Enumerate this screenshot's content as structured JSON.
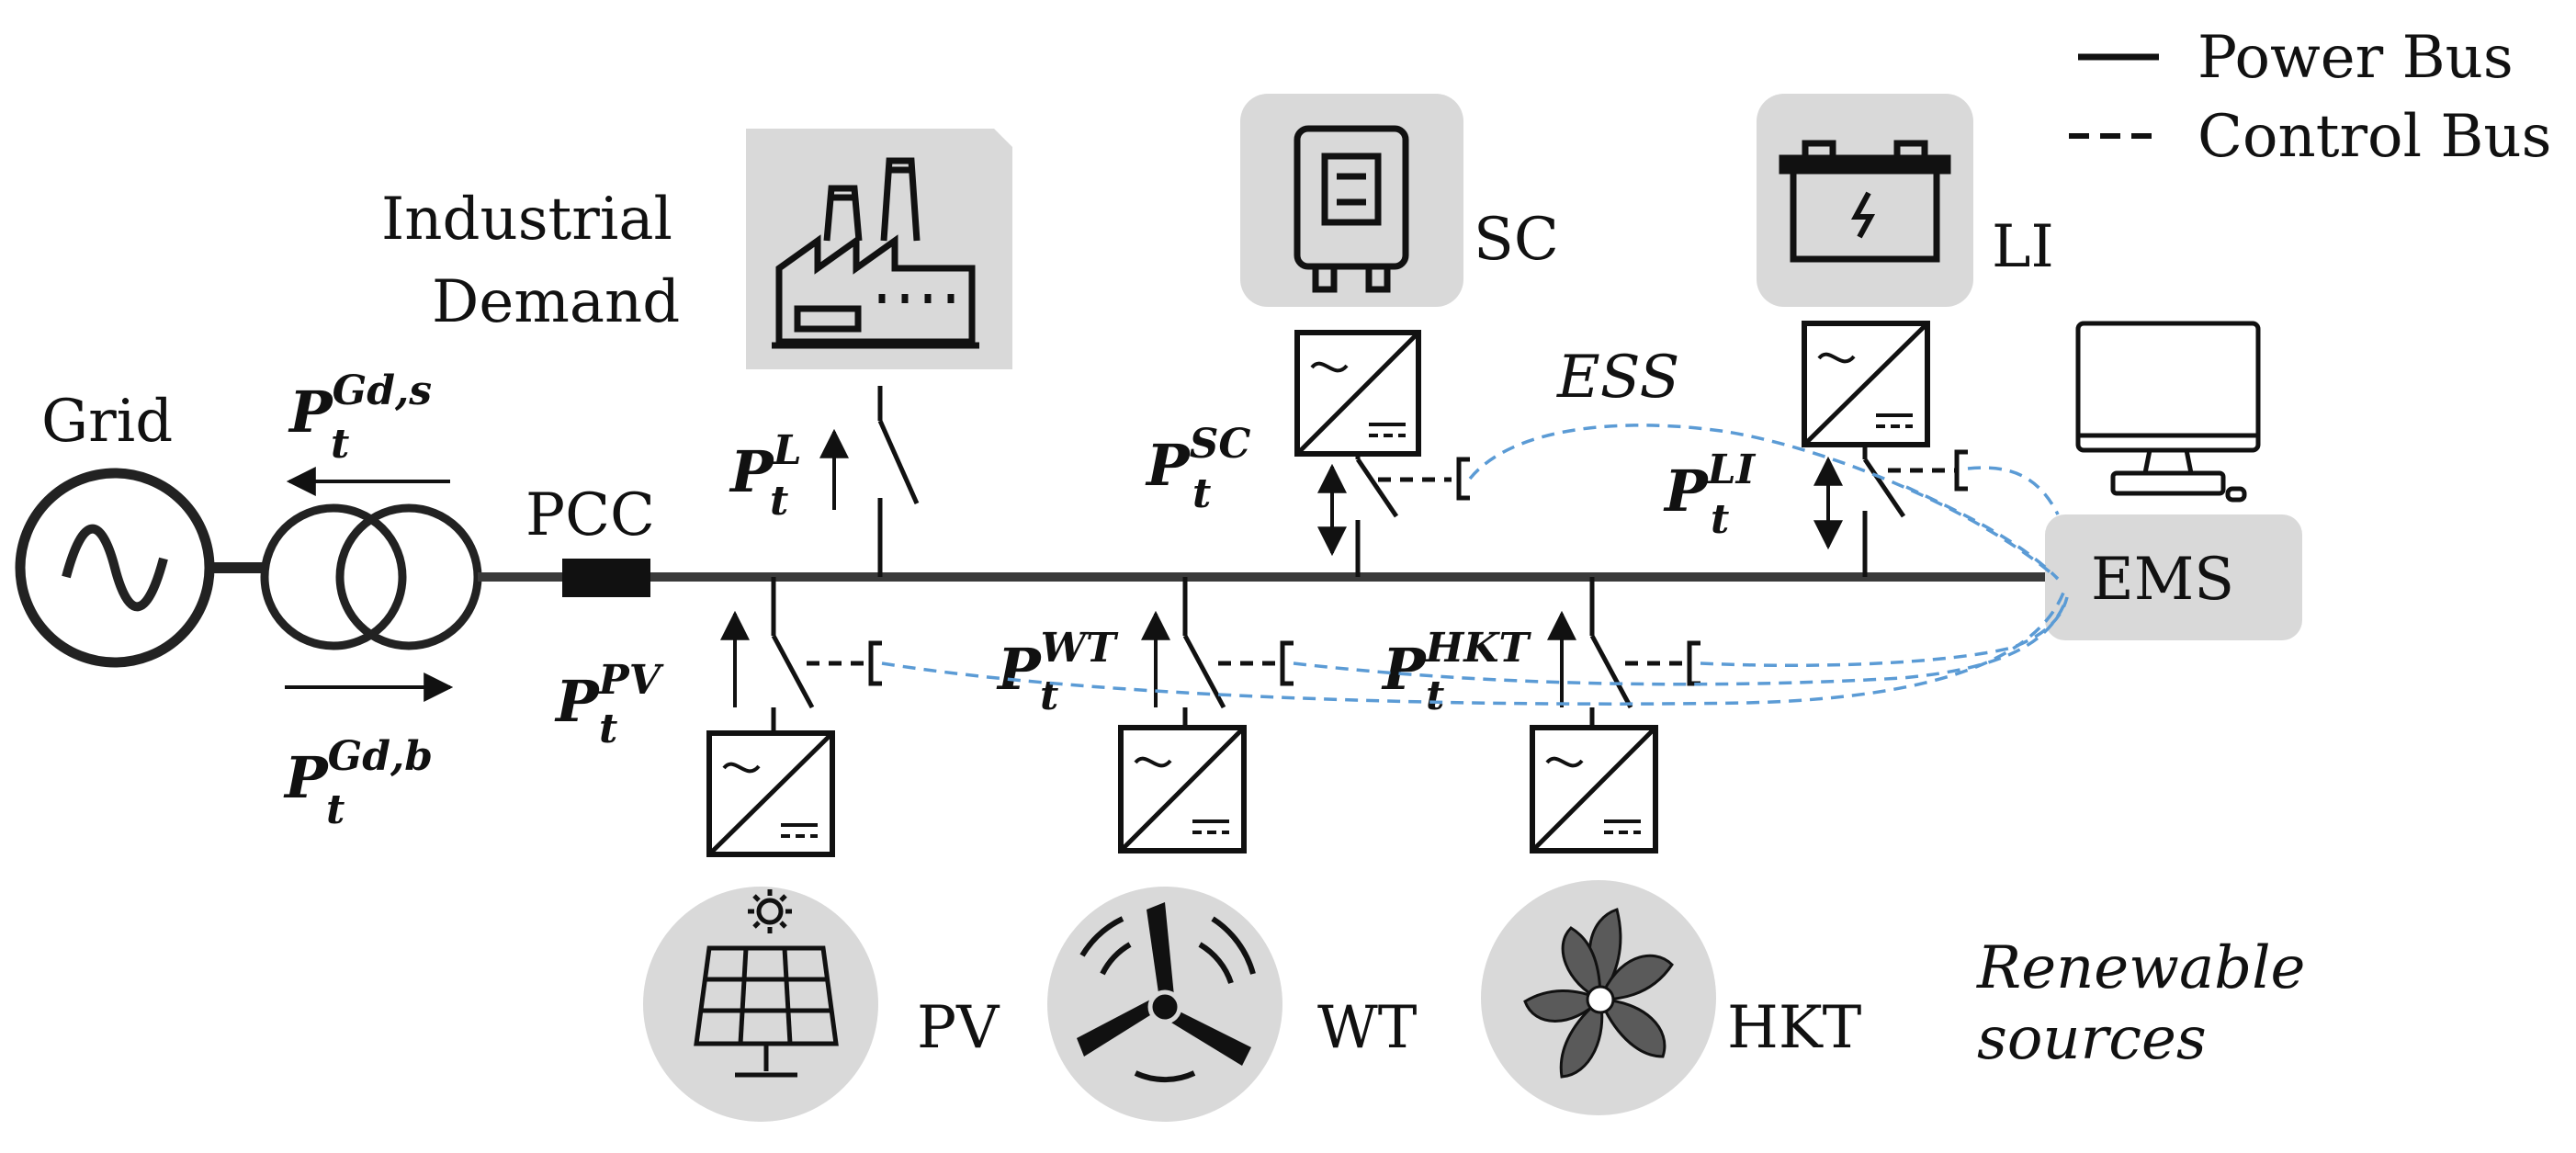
{
  "legend": {
    "power_bus": "Power Bus",
    "control_bus": "Control Bus"
  },
  "labels": {
    "grid": "Grid",
    "pcc": "PCC",
    "industrial_line1": "Industrial",
    "industrial_line2": "Demand",
    "sc": "SC",
    "li": "LI",
    "ess": "ESS",
    "ems": "EMS",
    "pv": "PV",
    "wt": "WT",
    "hkt": "HKT",
    "renewable_line1": "Renewable",
    "renewable_line2": "sources"
  },
  "power_flows": {
    "grid_sell": {
      "base": "P",
      "sub": "t",
      "sup": "Gd,s"
    },
    "grid_buy": {
      "base": "P",
      "sub": "t",
      "sup": "Gd,b"
    },
    "load": {
      "base": "P",
      "sub": "t",
      "sup": "L"
    },
    "sc": {
      "base": "P",
      "sub": "t",
      "sup": "SC"
    },
    "li": {
      "base": "P",
      "sub": "t",
      "sup": "LI"
    },
    "pv": {
      "base": "P",
      "sub": "t",
      "sup": "PV"
    },
    "wt": {
      "base": "P",
      "sub": "t",
      "sup": "WT"
    },
    "hkt": {
      "base": "P",
      "sub": "t",
      "sup": "HKT"
    }
  },
  "icons": {
    "grid": "ac-source-icon",
    "transformer": "transformer-icon",
    "factory": "factory-icon",
    "sc": "supercapacitor-icon",
    "li": "battery-icon",
    "ems": "computer-monitor-icon",
    "pv": "solar-panel-icon",
    "wt": "wind-turbine-icon",
    "hkt": "hydrokinetic-turbine-icon",
    "converter": "ac-dc-converter-icon"
  },
  "colors": {
    "bus": "#3a3a3a",
    "control_line": "#5b9bd5",
    "icon_bg": "#d9d9d9",
    "stroke": "#111111"
  }
}
